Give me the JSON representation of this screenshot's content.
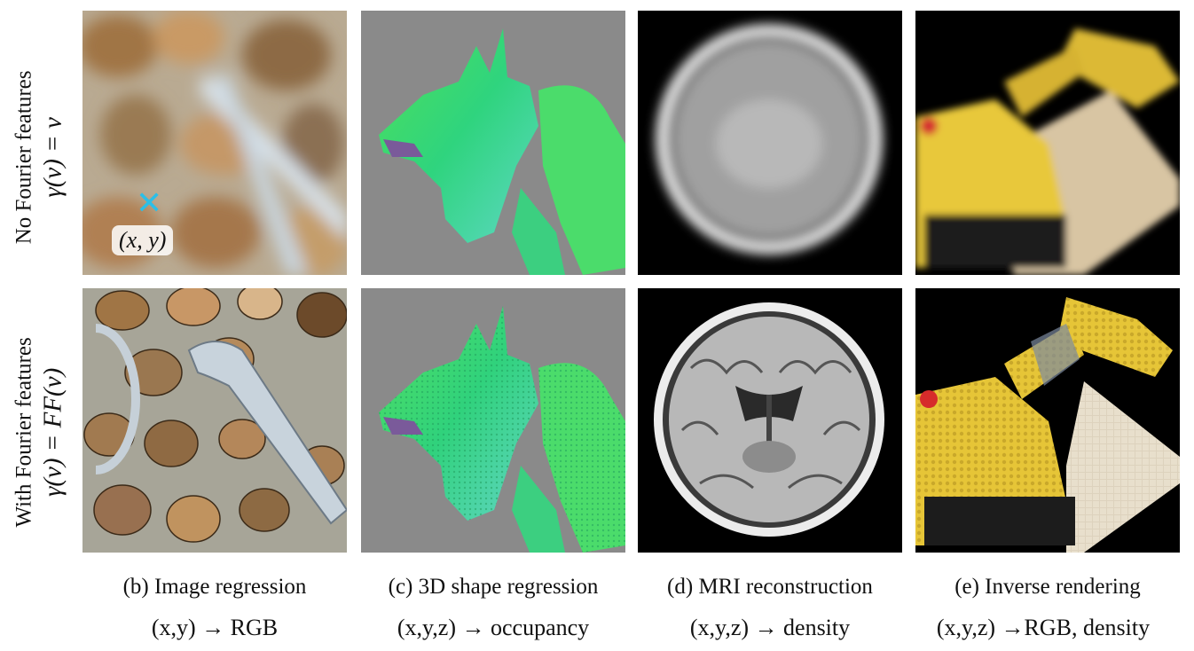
{
  "rows": {
    "top": {
      "line1": "No Fourier features",
      "line2": "γ(v) = v"
    },
    "bottom": {
      "line1": "With Fourier features",
      "line2": "γ(v) = FF(v)"
    }
  },
  "overlay": {
    "coord_label": "(x, y)",
    "marker": "cross-marker-icon"
  },
  "columns": [
    {
      "caption": "(b) Image regression",
      "mapping": "(x,y) → RGB"
    },
    {
      "caption": "(c) 3D shape regression",
      "mapping": "(x,y,z) → occupancy"
    },
    {
      "caption": "(d) MRI reconstruction",
      "mapping": "(x,y,z) → density"
    },
    {
      "caption": "(e) Inverse rendering",
      "mapping": "(x,y,z) →RGB, density"
    }
  ],
  "colors": {
    "marker": "#2bbfe8",
    "shape_bg": "#8a8a8a",
    "mri_bg": "#000000",
    "lego_yellow": "#e8c83a"
  }
}
